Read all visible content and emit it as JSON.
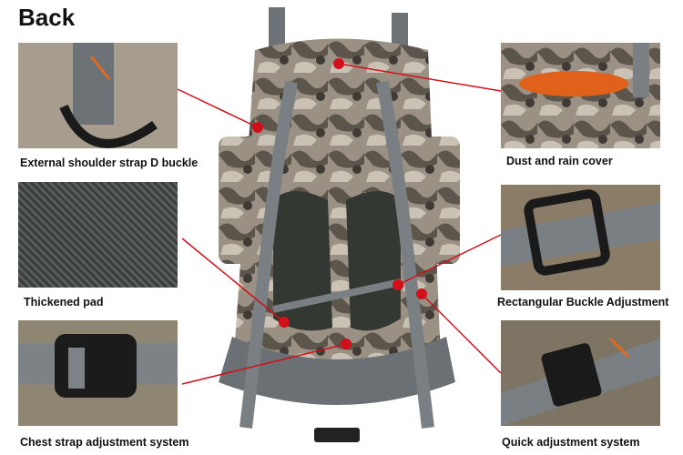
{
  "title": "Back",
  "features": [
    {
      "label": "External shoulder strap D buckle"
    },
    {
      "label": "Thickened pad"
    },
    {
      "label": "Chest strap adjustment system"
    },
    {
      "label": "Dust and rain cover"
    },
    {
      "label": "Rectangular Buckle Adjustment"
    },
    {
      "label": "Quick adjustment system"
    }
  ],
  "colors": {
    "pointer": "#d0101a",
    "strap": "#7a7f84",
    "camo": "#8a8175"
  }
}
